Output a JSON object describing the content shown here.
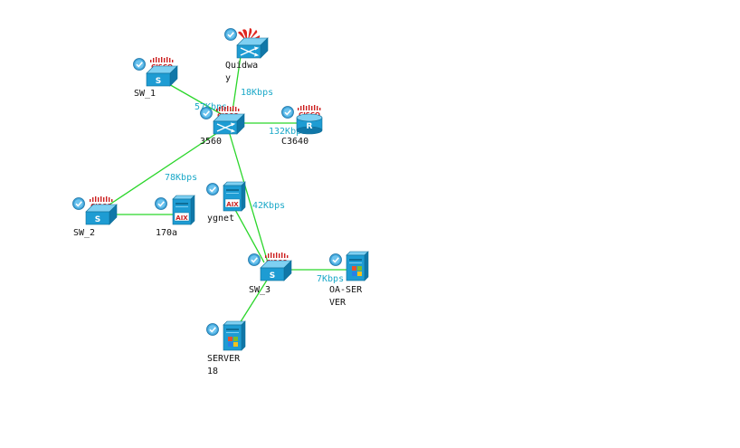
{
  "colors": {
    "link": "#2bd62b",
    "link_label": "#1aa8c8",
    "device_blue": "#1e9cd3",
    "cisco_red": "#cc1f1f",
    "status_ok": "#3fa3d8"
  },
  "nodes": {
    "quidway": {
      "label_line1": "Quidwa",
      "label_line2": "y",
      "icon": "huawei-router-icon",
      "status": "ok"
    },
    "sw_1": {
      "label_line1": "SW_1",
      "icon": "cisco-switch-icon",
      "status": "ok"
    },
    "core": {
      "label_line1": "3560",
      "icon": "cisco-layer3-switch-icon",
      "status": "ok"
    },
    "c3640": {
      "label_line1": "C3640",
      "icon": "cisco-router-icon",
      "status": "ok"
    },
    "sw_2": {
      "label_line1": "SW_2",
      "icon": "cisco-switch-icon",
      "status": "ok"
    },
    "aix_170a": {
      "label_line1": "170a",
      "icon": "aix-server-icon",
      "status": "ok"
    },
    "ygnet": {
      "label_line1": "ygnet",
      "icon": "aix-server-icon",
      "status": "ok"
    },
    "sw_3": {
      "label_line1": "SW_3",
      "icon": "cisco-switch-icon",
      "status": "ok"
    },
    "oa": {
      "label_line1": "OA-SER",
      "label_line2": "VER",
      "icon": "windows-server-icon",
      "status": "ok"
    },
    "server18": {
      "label_line1": "SERVER",
      "label_line2": "18",
      "icon": "windows-server-icon",
      "status": "ok"
    }
  },
  "links": {
    "sw1_core": {
      "label": "57Kbps"
    },
    "quidway_core": {
      "label": "18Kbps"
    },
    "core_c3640": {
      "label": "132Kbps"
    },
    "core_sw2": {
      "label": "78Kbps"
    },
    "sw2_170a": {
      "label": ""
    },
    "core_sw3": {
      "label": "42Kbps"
    },
    "ygnet_sw3": {
      "label": ""
    },
    "sw3_oa": {
      "label": "7Kbps"
    },
    "sw3_server18": {
      "label": ""
    }
  }
}
